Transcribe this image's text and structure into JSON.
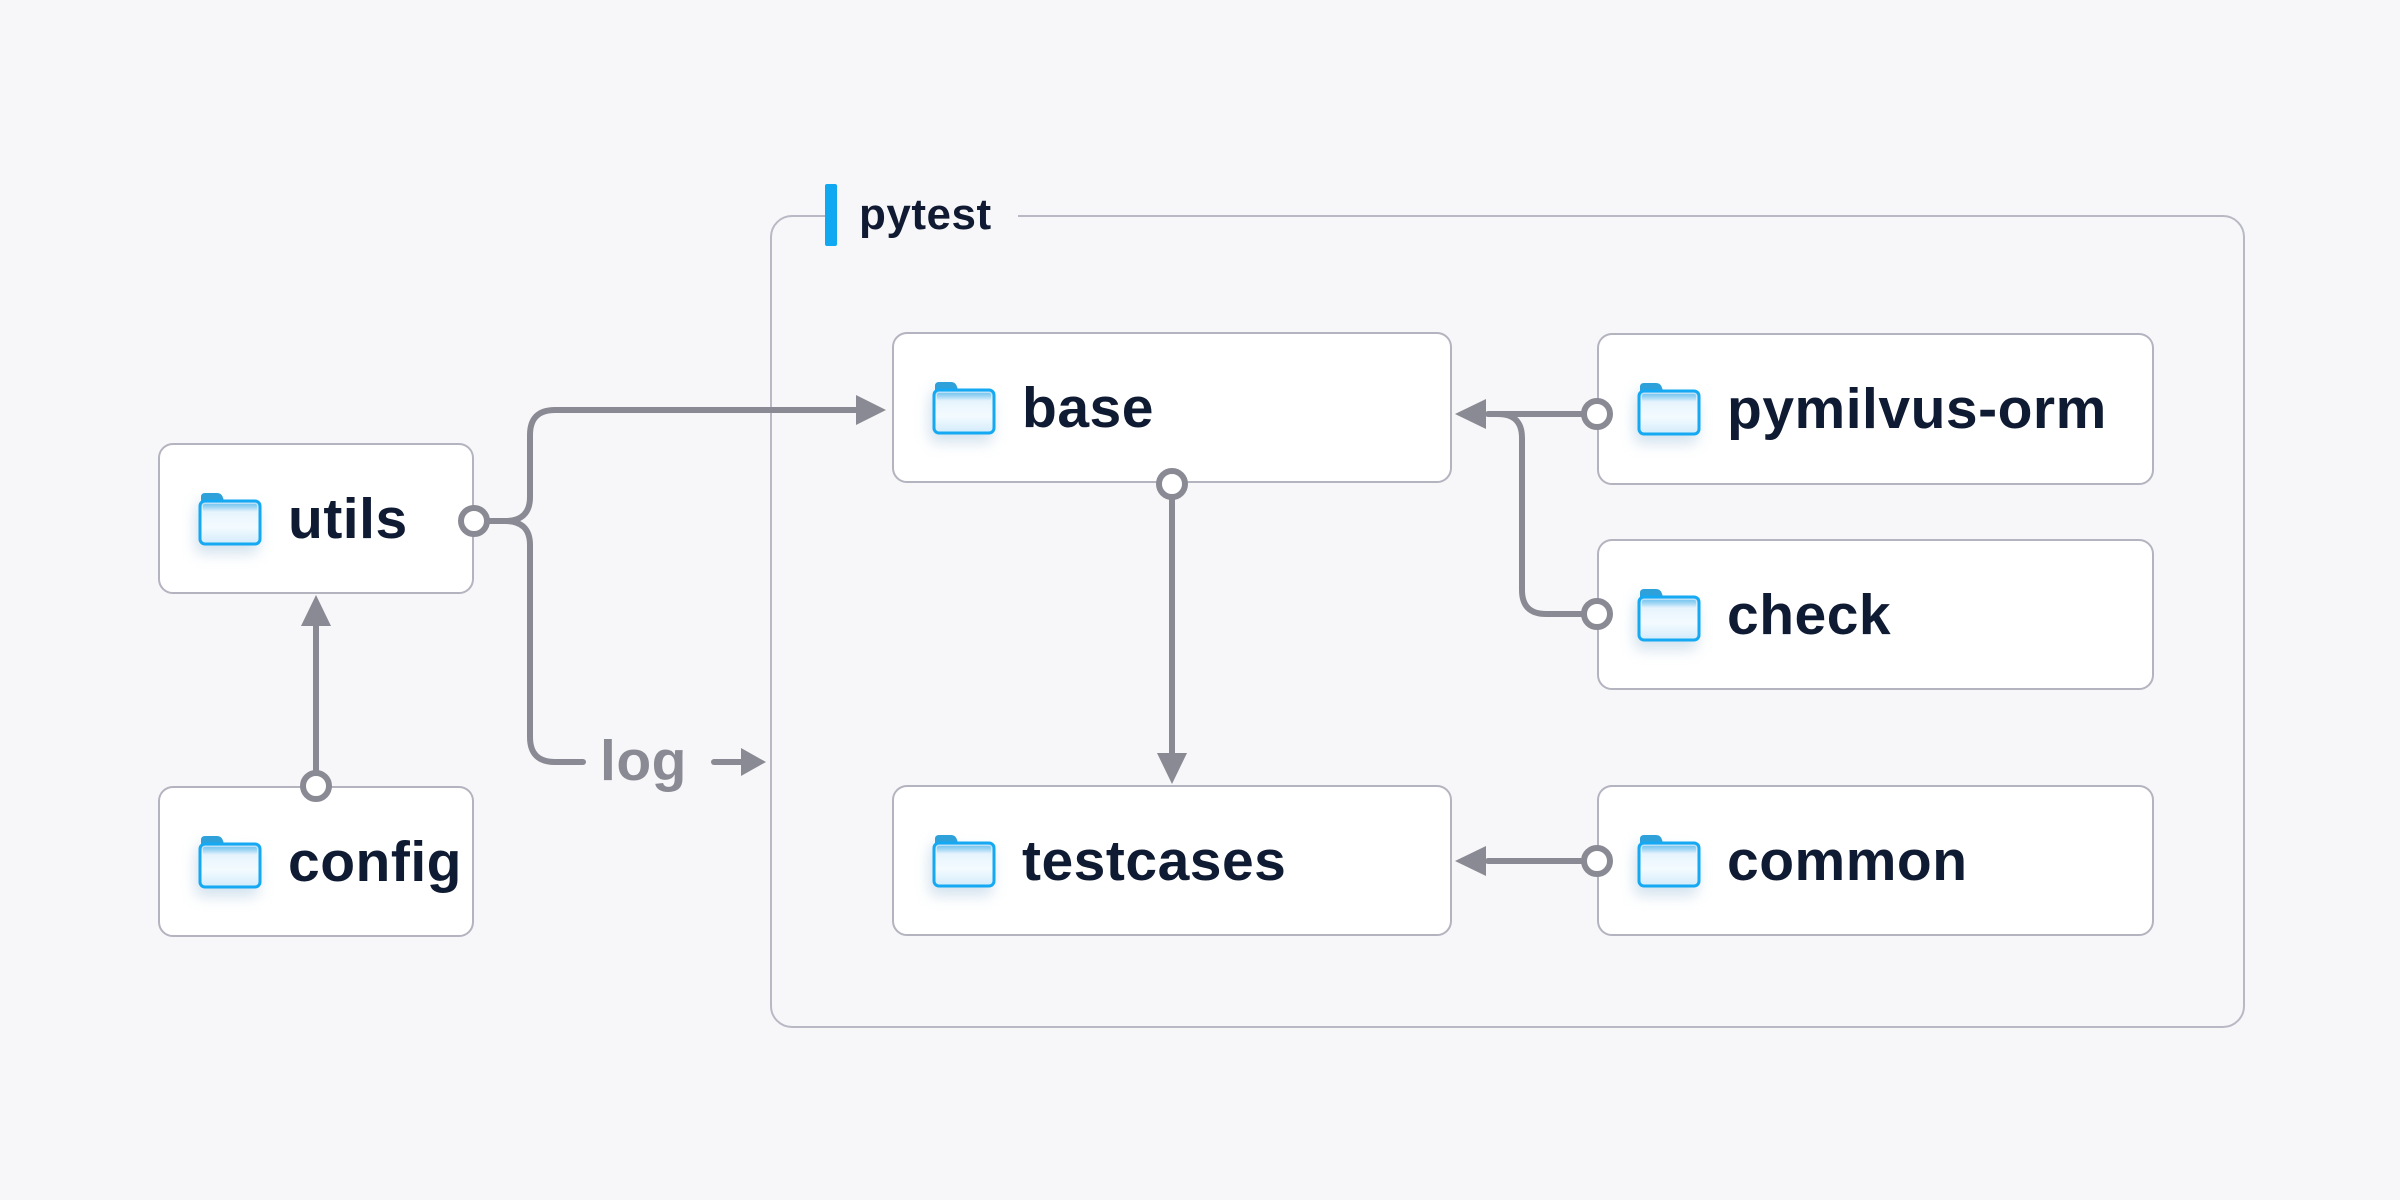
{
  "diagram": {
    "background": "#f7f7f9",
    "container": {
      "label": "pytest",
      "accent_color": "#10a9f1"
    },
    "nodes": [
      {
        "id": "utils",
        "label": "utils",
        "icon": "folder-icon"
      },
      {
        "id": "config",
        "label": "config",
        "icon": "folder-icon"
      },
      {
        "id": "base",
        "label": "base",
        "icon": "folder-icon"
      },
      {
        "id": "testcases",
        "label": "testcases",
        "icon": "folder-icon"
      },
      {
        "id": "pymilvus_orm",
        "label": "pymilvus-orm",
        "icon": "folder-icon"
      },
      {
        "id": "check",
        "label": "check",
        "icon": "folder-icon"
      },
      {
        "id": "common",
        "label": "common",
        "icon": "folder-icon"
      }
    ],
    "edge_label": {
      "text": "log"
    },
    "edges": [
      {
        "from": "config",
        "to": "utils",
        "style": "arrow"
      },
      {
        "from": "utils",
        "to": "base",
        "style": "arrow"
      },
      {
        "from": "utils",
        "to": "log-label",
        "style": "plain"
      },
      {
        "from": "base",
        "to": "testcases",
        "style": "arrow"
      },
      {
        "from": "pymilvus_orm",
        "to": "base",
        "style": "arrow"
      },
      {
        "from": "check",
        "to": "base",
        "style": "arrow-merged"
      },
      {
        "from": "common",
        "to": "testcases",
        "style": "arrow"
      }
    ],
    "colors": {
      "line": "#8a8a94",
      "node_border": "#b4b4c0",
      "container_border": "#b9b9c5",
      "node_bg": "#ffffff",
      "node_text": "#0f1a33",
      "muted_text": "#8a8a94",
      "folder_blue": "#14a9f2",
      "folder_tab_blue": "#2fa1da"
    }
  }
}
